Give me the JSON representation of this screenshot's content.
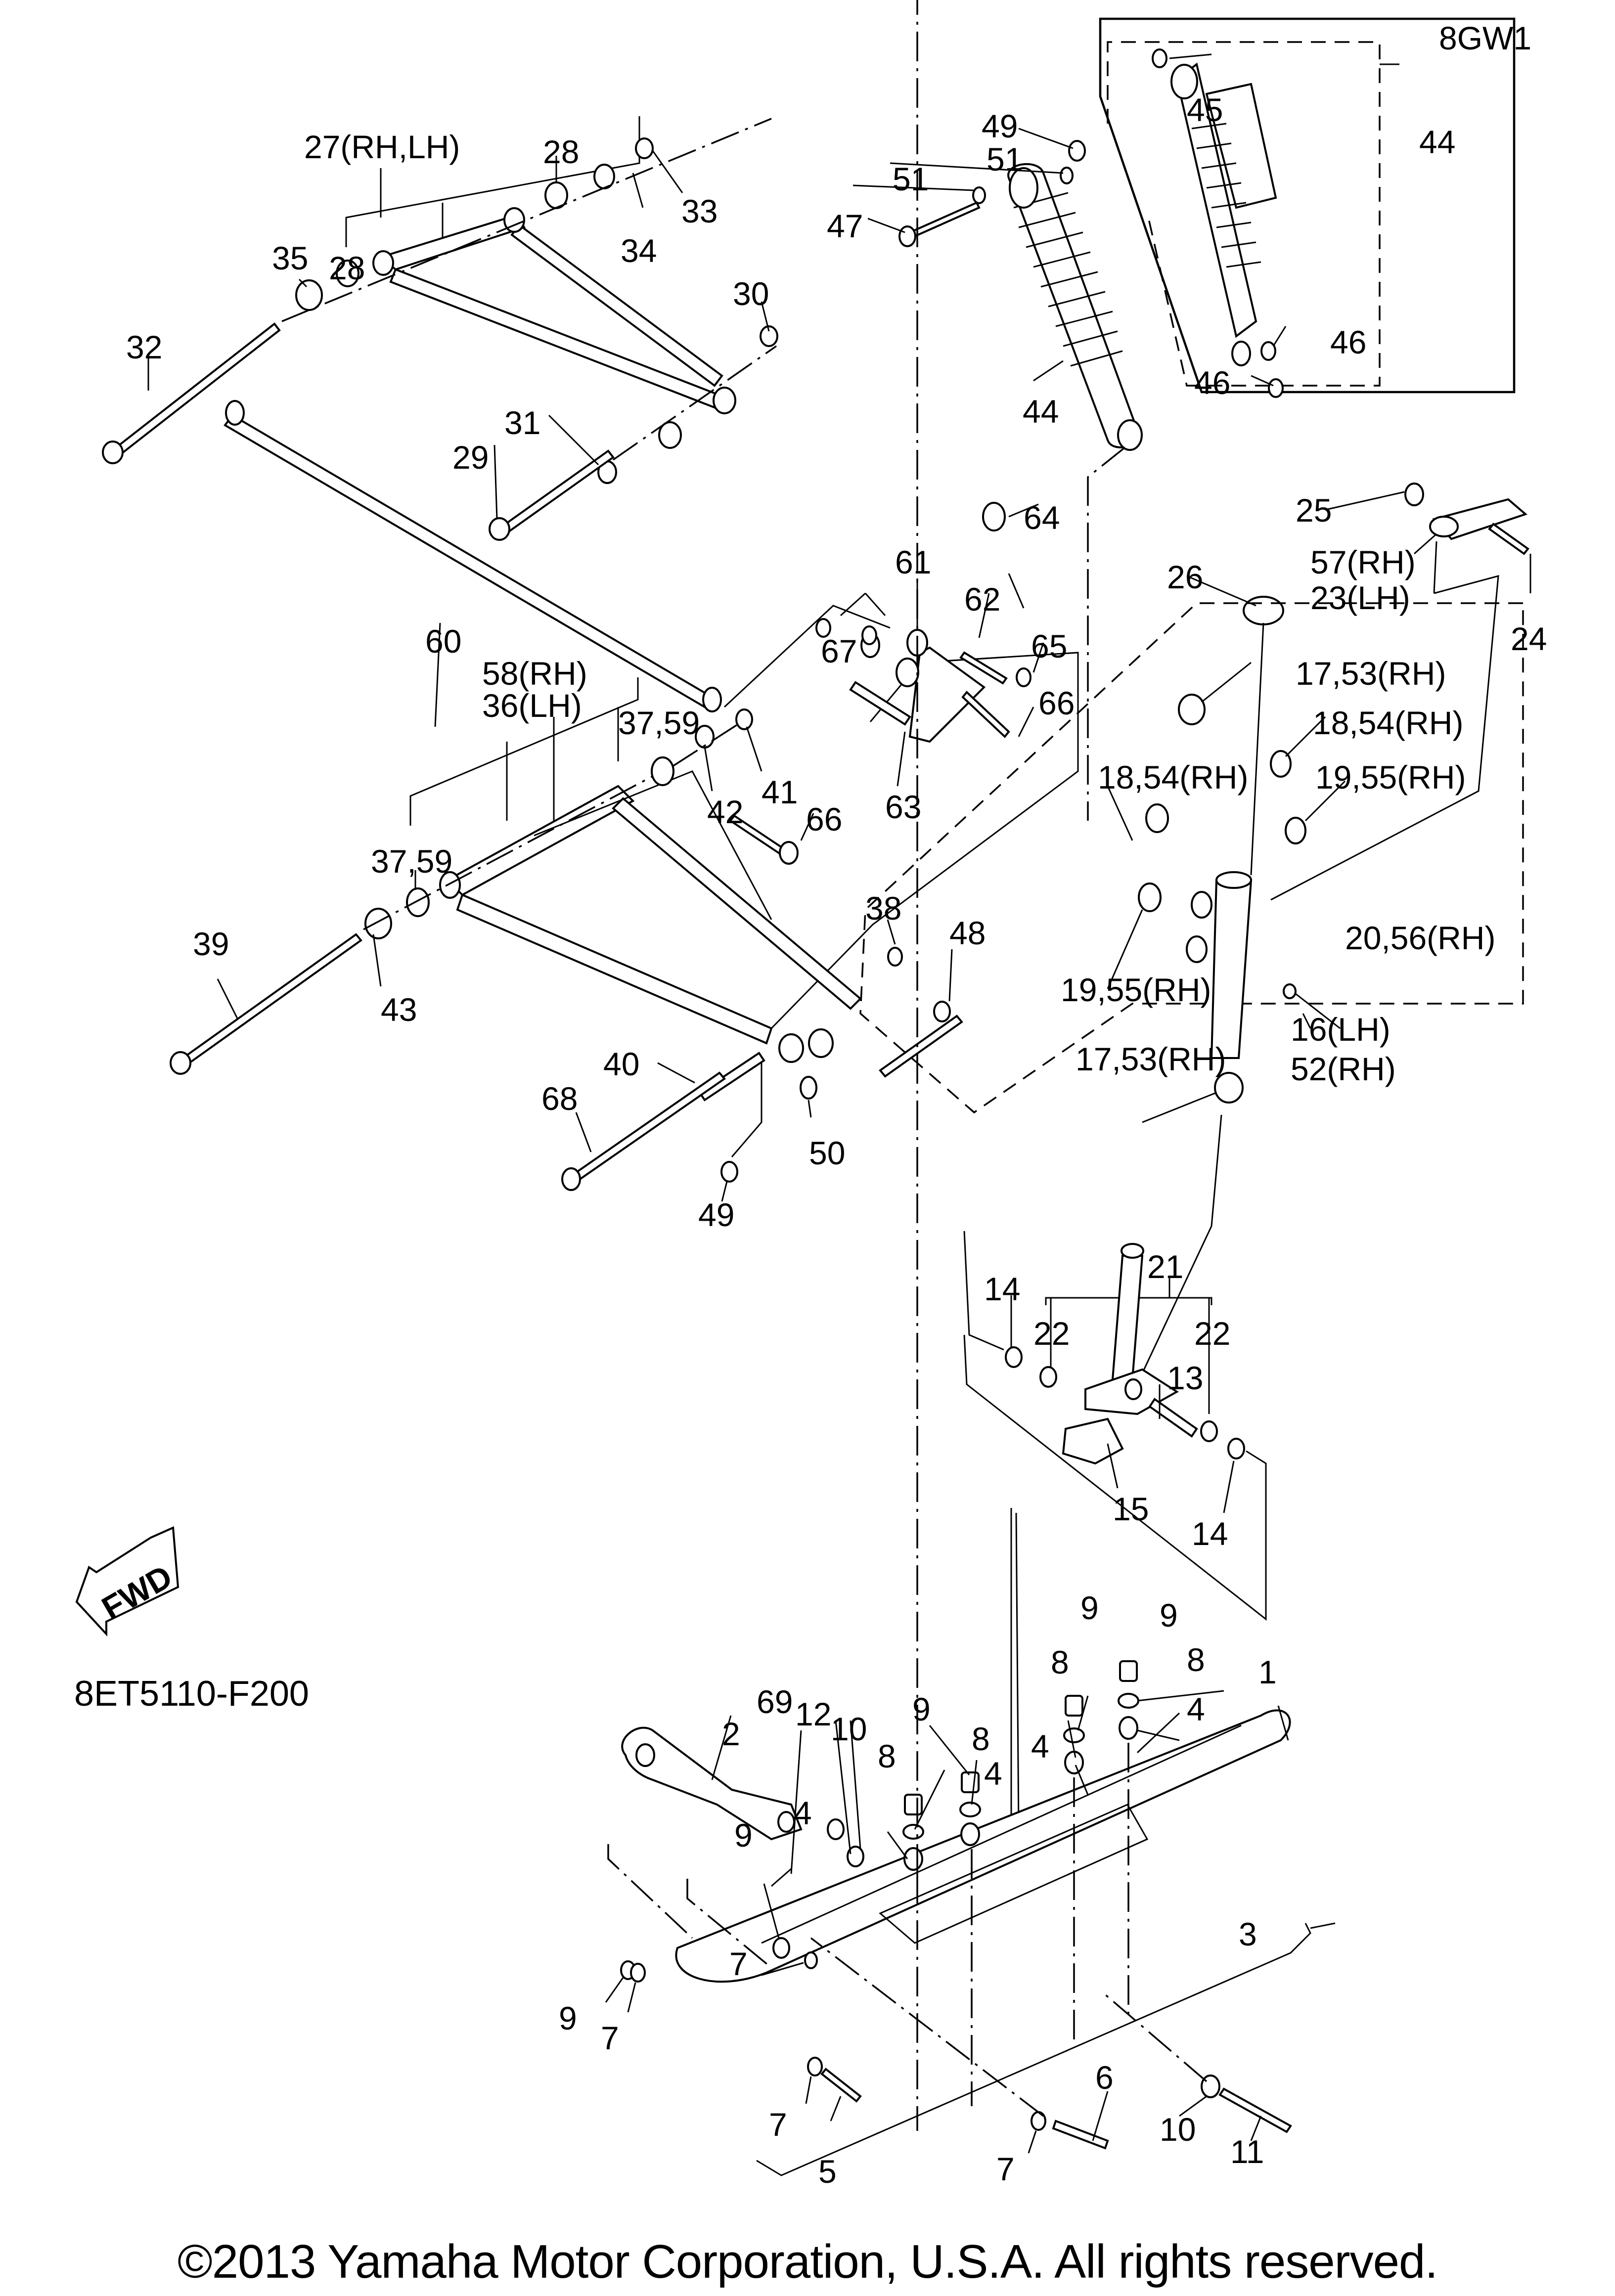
{
  "diagram": {
    "title_code": "8ET5110-F200",
    "variant_box_label": "8GW1",
    "fwd_label": "FWD",
    "copyright": "©2013 Yamaha Motor Corporation, U.S.A. All rights reserved.",
    "callouts": [
      {
        "id": "c27",
        "text": "27(RH,LH)"
      },
      {
        "id": "c28a",
        "text": "28"
      },
      {
        "id": "c28b",
        "text": "28"
      },
      {
        "id": "c33",
        "text": "33"
      },
      {
        "id": "c34",
        "text": "34"
      },
      {
        "id": "c35",
        "text": "35"
      },
      {
        "id": "c30",
        "text": "30"
      },
      {
        "id": "c32",
        "text": "32"
      },
      {
        "id": "c31",
        "text": "31"
      },
      {
        "id": "c29",
        "text": "29"
      },
      {
        "id": "c60",
        "text": "60"
      },
      {
        "id": "c49a",
        "text": "49"
      },
      {
        "id": "c51a",
        "text": "51"
      },
      {
        "id": "c51b",
        "text": "51"
      },
      {
        "id": "c47",
        "text": "47"
      },
      {
        "id": "c44a",
        "text": "44"
      },
      {
        "id": "c45",
        "text": "45"
      },
      {
        "id": "c44b",
        "text": "44"
      },
      {
        "id": "c46a",
        "text": "46"
      },
      {
        "id": "c46b",
        "text": "46"
      },
      {
        "id": "c64",
        "text": "64"
      },
      {
        "id": "c61",
        "text": "61"
      },
      {
        "id": "c62",
        "text": "62"
      },
      {
        "id": "c25",
        "text": "25"
      },
      {
        "id": "c57",
        "text": "57(RH)"
      },
      {
        "id": "c23",
        "text": "23(LH)"
      },
      {
        "id": "c24",
        "text": "24"
      },
      {
        "id": "c26",
        "text": "26"
      },
      {
        "id": "c67",
        "text": "67"
      },
      {
        "id": "c65",
        "text": "65"
      },
      {
        "id": "c66a",
        "text": "66"
      },
      {
        "id": "c63",
        "text": "63"
      },
      {
        "id": "c66b",
        "text": "66"
      },
      {
        "id": "c58",
        "text": "58(RH)"
      },
      {
        "id": "c36",
        "text": "36(LH)"
      },
      {
        "id": "c3759a",
        "text": "37,59"
      },
      {
        "id": "c3759b",
        "text": "37,59"
      },
      {
        "id": "c42",
        "text": "42"
      },
      {
        "id": "c41",
        "text": "41"
      },
      {
        "id": "c1753a",
        "text": "17,53(RH)"
      },
      {
        "id": "c1854a",
        "text": "18,54(RH)"
      },
      {
        "id": "c1854b",
        "text": "18,54(RH)"
      },
      {
        "id": "c1955a",
        "text": "19,55(RH)"
      },
      {
        "id": "c1955b",
        "text": "19,55(RH)"
      },
      {
        "id": "c2056",
        "text": "20,56(RH)"
      },
      {
        "id": "c1753b",
        "text": "17,53(RH)"
      },
      {
        "id": "c16",
        "text": "16(LH)"
      },
      {
        "id": "c52",
        "text": "52(RH)"
      },
      {
        "id": "c39",
        "text": "39"
      },
      {
        "id": "c43",
        "text": "43"
      },
      {
        "id": "c38",
        "text": "38"
      },
      {
        "id": "c48",
        "text": "48"
      },
      {
        "id": "c40",
        "text": "40"
      },
      {
        "id": "c68",
        "text": "68"
      },
      {
        "id": "c49b",
        "text": "49"
      },
      {
        "id": "c50",
        "text": "50"
      },
      {
        "id": "c21",
        "text": "21"
      },
      {
        "id": "c14a",
        "text": "14"
      },
      {
        "id": "c22a",
        "text": "22"
      },
      {
        "id": "c22b",
        "text": "22"
      },
      {
        "id": "c13",
        "text": "13"
      },
      {
        "id": "c15",
        "text": "15"
      },
      {
        "id": "c14b",
        "text": "14"
      },
      {
        "id": "c9a",
        "text": "9"
      },
      {
        "id": "c9b",
        "text": "9"
      },
      {
        "id": "c8a",
        "text": "8"
      },
      {
        "id": "c8b",
        "text": "8"
      },
      {
        "id": "c1",
        "text": "1"
      },
      {
        "id": "c4a",
        "text": "4"
      },
      {
        "id": "c4b",
        "text": "4"
      },
      {
        "id": "c69",
        "text": "69"
      },
      {
        "id": "c12",
        "text": "12"
      },
      {
        "id": "c10a",
        "text": "10"
      },
      {
        "id": "c9c",
        "text": "9"
      },
      {
        "id": "c8c",
        "text": "8"
      },
      {
        "id": "c4c",
        "text": "4"
      },
      {
        "id": "c8d",
        "text": "8"
      },
      {
        "id": "c4d",
        "text": "4"
      },
      {
        "id": "c2",
        "text": "2"
      },
      {
        "id": "c9d",
        "text": "9"
      },
      {
        "id": "c3",
        "text": "3"
      },
      {
        "id": "c7a",
        "text": "7"
      },
      {
        "id": "c9e",
        "text": "9"
      },
      {
        "id": "c7b",
        "text": "7"
      },
      {
        "id": "c10b",
        "text": "10"
      },
      {
        "id": "c11",
        "text": "11"
      },
      {
        "id": "c6",
        "text": "6"
      },
      {
        "id": "c7c",
        "text": "7"
      },
      {
        "id": "c5",
        "text": "5"
      },
      {
        "id": "c7d",
        "text": "7"
      }
    ]
  }
}
